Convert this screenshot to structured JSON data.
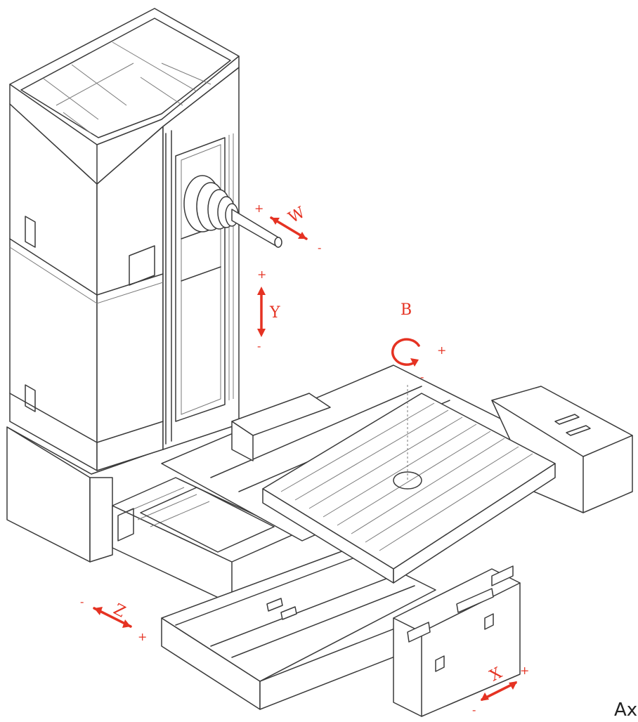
{
  "colors": {
    "accent": "#e53222",
    "line": "#3a3a3a"
  },
  "axes": {
    "w": {
      "label": "W",
      "plus": "+",
      "minus": "-"
    },
    "y": {
      "label": "Y",
      "plus": "+",
      "minus": "-"
    },
    "b": {
      "label": "B",
      "plus": "+",
      "minus": "-"
    },
    "z": {
      "label": "Z",
      "plus": "+",
      "minus": "-"
    },
    "x": {
      "label": "X",
      "plus": "+",
      "minus": "-"
    }
  },
  "caption": "Ax"
}
